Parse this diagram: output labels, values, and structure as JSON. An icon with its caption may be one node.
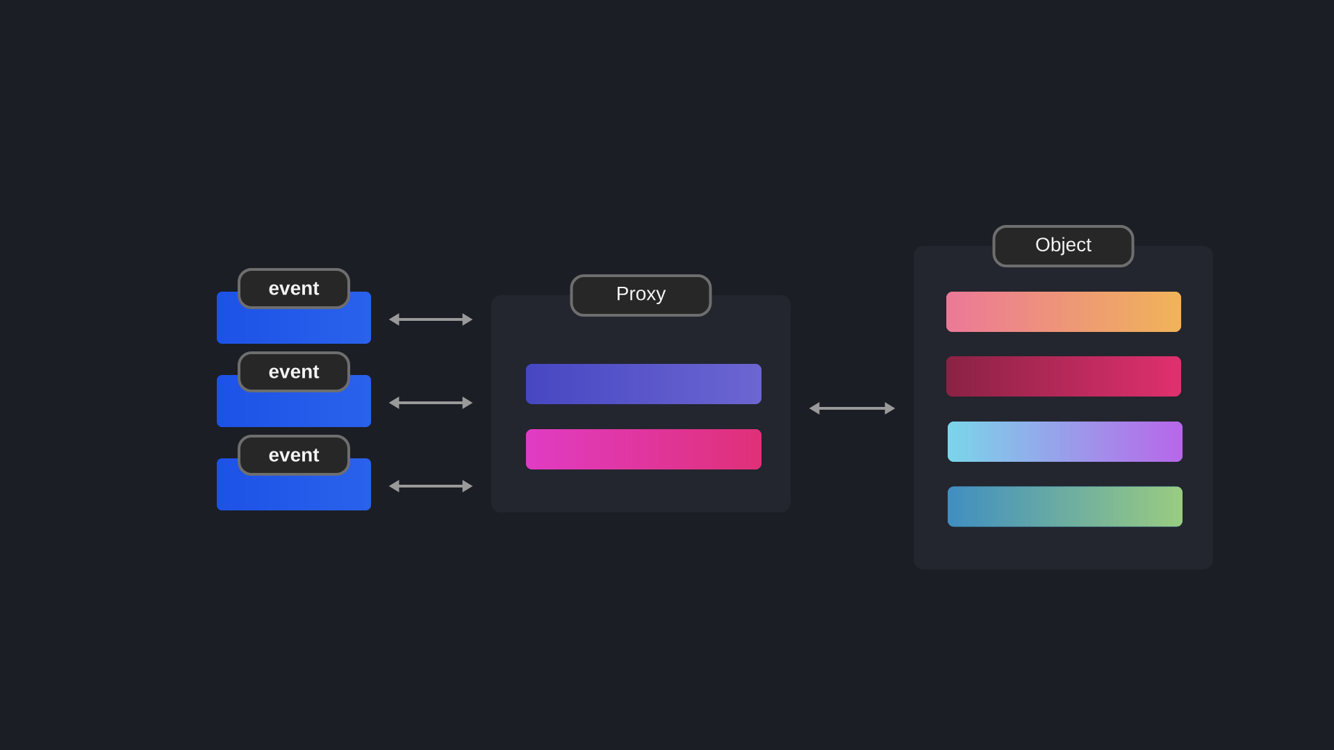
{
  "diagram": {
    "nodes": [
      {
        "text": [
          "event"
        ]
      },
      {
        "text": [
          "event"
        ]
      },
      {
        "text": [
          "event"
        ]
      },
      {
        "text": [
          "Proxy"
        ]
      },
      {
        "text": [],
        "shape": "bar",
        "in": 3
      },
      {
        "text": [],
        "shape": "bar",
        "in": 3
      },
      {
        "text": [
          "Object"
        ]
      },
      {
        "text": [],
        "shape": "bar",
        "in": 6
      },
      {
        "text": [],
        "shape": "bar",
        "in": 6
      },
      {
        "text": [],
        "shape": "bar",
        "in": 6
      },
      {
        "text": [],
        "shape": "bar",
        "in": 6
      }
    ],
    "edges": [
      {
        "from": 0,
        "to": 3,
        "arrow": "both"
      },
      {
        "from": 1,
        "to": 3,
        "arrow": "both"
      },
      {
        "from": 2,
        "to": 3,
        "arrow": "both"
      },
      {
        "from": 3,
        "to": 6,
        "arrow": "both"
      }
    ]
  }
}
